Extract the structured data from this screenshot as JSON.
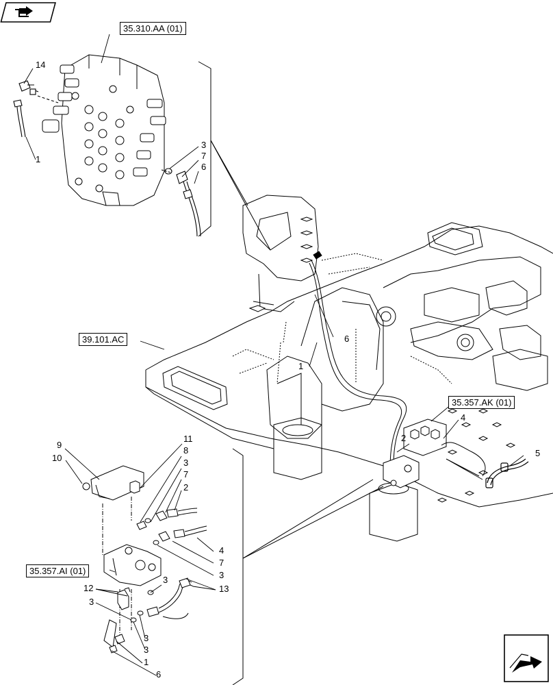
{
  "references": {
    "control_valve": "35.310.AA (01)",
    "upper_frame": "39.101.AC",
    "valve_block_ak": "35.357.AK (01)",
    "valve_block_ai": "35.357.AI (01)"
  },
  "callouts": {
    "c14": "14",
    "c1_top": "1",
    "c3_top": "3",
    "c7_top": "7",
    "c6_top": "6",
    "c6_main": "6",
    "c1_main": "1",
    "c4_main": "4",
    "c2_main": "2",
    "c5_main": "5",
    "c11": "11",
    "c9": "9",
    "c8": "8",
    "c10": "10",
    "c3_a": "3",
    "c7_a": "7",
    "c2_a": "2",
    "c4_b": "4",
    "c7_b": "7",
    "c3_b": "3",
    "c12": "12",
    "c3_c": "3",
    "c13": "13",
    "c3_d": "3",
    "c3_e": "3",
    "c3_f": "3",
    "c1_bottom": "1",
    "c6_bottom": "6"
  },
  "icons": {
    "top_left": "folder-arrow-icon",
    "bottom_right": "next-page-arrow-icon"
  }
}
